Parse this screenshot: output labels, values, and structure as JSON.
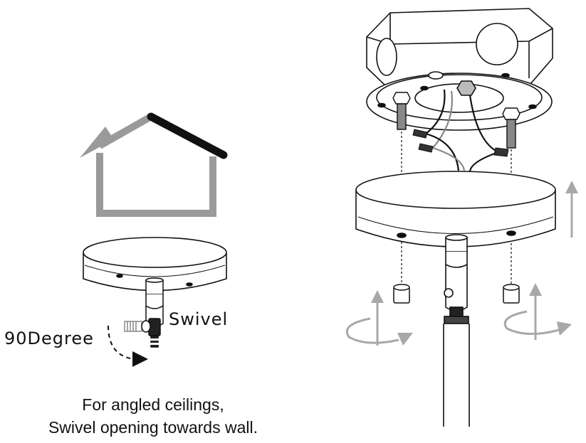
{
  "labels": {
    "swivel": "Swivel",
    "angle": "90Degree"
  },
  "caption": {
    "line1": "For angled ceilings,",
    "line2": "Swivel opening towards wall."
  },
  "colors": {
    "line": "#111111",
    "gray": "#9a9a9a",
    "arrow_gray": "#a8a8a8"
  }
}
